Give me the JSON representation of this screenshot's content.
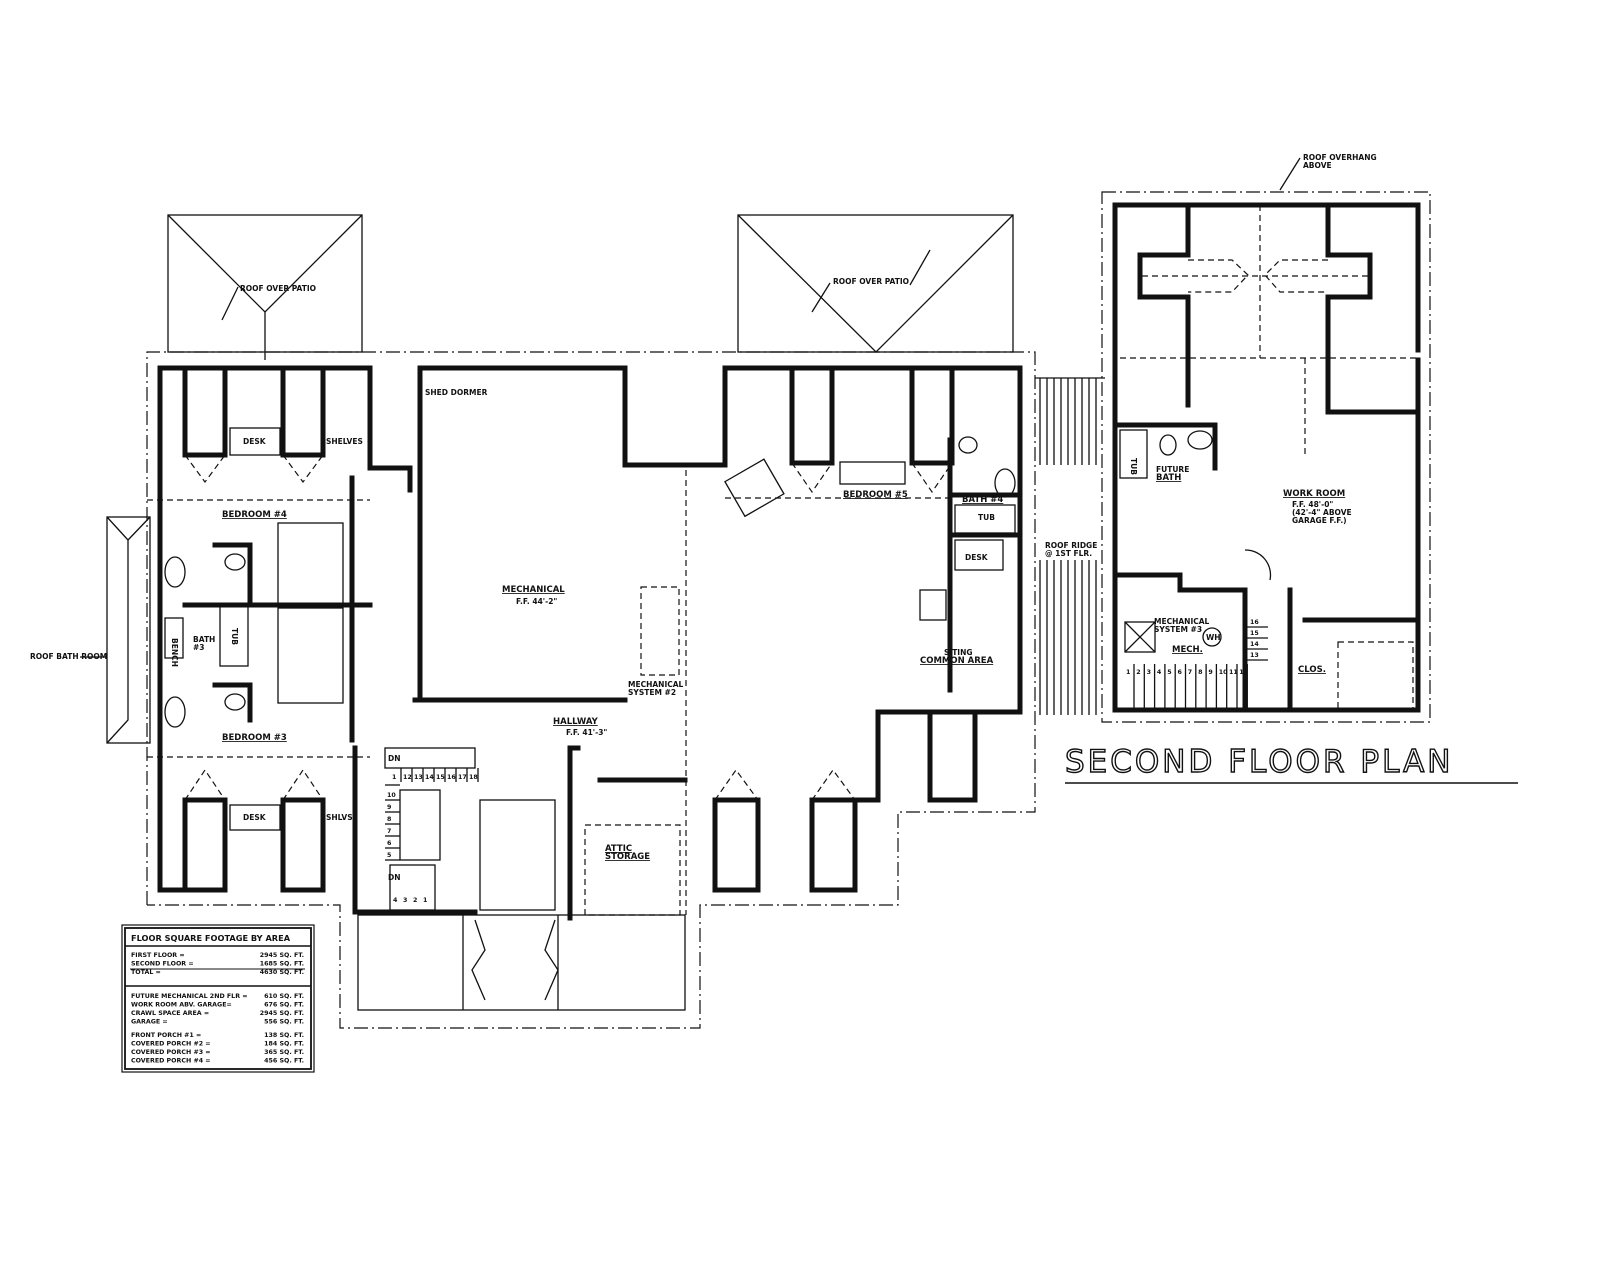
{
  "plan": {
    "title": "SECOND FLOOR PLAN",
    "labels": {
      "roof_over_patio_left": "ROOF OVER PATIO",
      "roof_over_patio_right": "ROOF OVER PATIO",
      "roof_overhang_1": "ROOF OVERHANG",
      "roof_overhang_2": "ABOVE",
      "roof_bath_room": "ROOF BATH ROOM",
      "shed_dormer": "SHED DORMER",
      "desk_top": "DESK",
      "shelves": "SHELVES",
      "desk_bottom": "DESK",
      "shlvs": "SHLVS",
      "bedroom4": "BEDROOM #4",
      "bedroom3": "BEDROOM #3",
      "bath3": "BATH",
      "bath3_num": "#3",
      "bench": "BENCH",
      "tub_bath3": "TUB",
      "mechanical": "MECHANICAL",
      "mechanical_ff": "F.F. 44'-2\"",
      "mech_sys2_1": "MECHANICAL",
      "mech_sys2_2": "SYSTEM #2",
      "hallway": "HALLWAY",
      "hallway_ff": "F.F. 41'-3\"",
      "bedroom5": "BEDROOM #5",
      "bath4": "BATH #4",
      "tub_bath4": "TUB",
      "desk_right": "DESK",
      "sitting_1": "SITING",
      "sitting_2": "COMMON AREA",
      "roof_ridge_1": "ROOF RIDGE",
      "roof_ridge_2": "@ 1ST FLR.",
      "attic_1": "ATTIC",
      "attic_2": "STORAGE",
      "dn_top": "DN",
      "dn_bottom": "DN",
      "work_room": "WORK ROOM",
      "work_room_ff": "F.F. 48'-0\"",
      "work_room_note1": "(42'-4\" ABOVE",
      "work_room_note2": "GARAGE F.F.)",
      "future_bath_1": "FUTURE",
      "future_bath_2": "BATH",
      "tub_future": "TUB",
      "mech_sys3_1": "MECHANICAL",
      "mech_sys3_2": "SYSTEM #3",
      "mech": "MECH.",
      "wh": "WH",
      "clos": "CLOS."
    },
    "stair_main_top": [
      "1",
      "12",
      "13",
      "14",
      "15",
      "16",
      "17",
      "18"
    ],
    "stair_main_left": [
      "10",
      "9",
      "8",
      "7",
      "6",
      "5"
    ],
    "stair_main_bottom": [
      "4",
      "3",
      "2",
      "1"
    ],
    "stair_right": [
      "1",
      "2",
      "3",
      "4",
      "5",
      "6",
      "7",
      "8",
      "9",
      "10",
      "11",
      "12"
    ],
    "stair_right_vert": [
      "16",
      "15",
      "14",
      "13"
    ]
  },
  "table": {
    "title": "FLOOR SQUARE FOOTAGE BY AREA",
    "group1": [
      {
        "label": "FIRST FLOOR =",
        "value": "2945 SQ. FT."
      },
      {
        "label": "SECOND FLOOR =",
        "value": "1685 SQ. FT."
      },
      {
        "label": "TOTAL =",
        "value": "4630 SQ. FT."
      }
    ],
    "group2": [
      {
        "label": "FUTURE MECHANICAL 2ND FLR =",
        "value": "610 SQ. FT."
      },
      {
        "label": "WORK ROOM ABV. GARAGE=",
        "value": "676 SQ. FT."
      },
      {
        "label": "CRAWL SPACE AREA =",
        "value": "2945 SQ. FT."
      },
      {
        "label": "GARAGE =",
        "value": "556 SQ. FT."
      }
    ],
    "group3": [
      {
        "label": "FRONT PORCH #1 =",
        "value": "138 SQ. FT."
      },
      {
        "label": "COVERED PORCH #2 =",
        "value": "184 SQ. FT."
      },
      {
        "label": "COVERED PORCH #3 =",
        "value": "365 SQ. FT."
      },
      {
        "label": "COVERED PORCH #4 =",
        "value": "456 SQ. FT."
      }
    ]
  }
}
